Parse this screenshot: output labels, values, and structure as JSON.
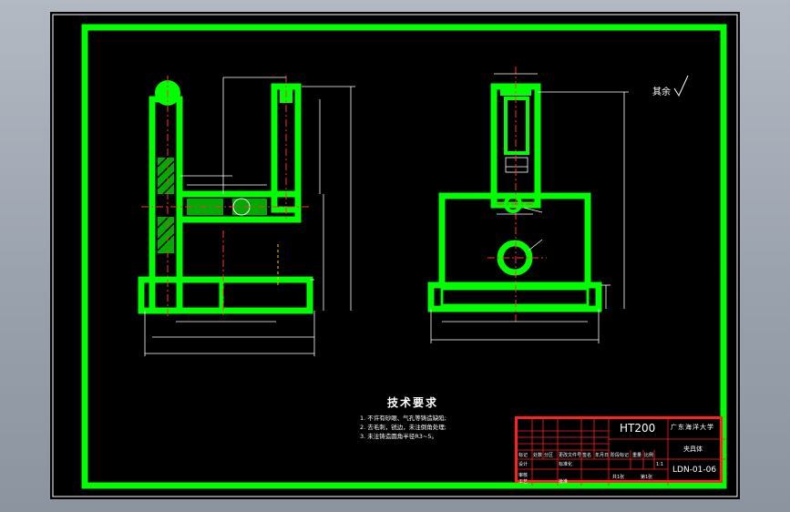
{
  "sheet": {
    "material": "HT200",
    "tech_title": "技术要求",
    "tech_notes": [
      "1. 不许有砂眼、气孔等铸造缺陷;",
      "2. 去毛刺，锐边，未注倒角处理;",
      "3. 未注铸造圆角半径R3~5。"
    ],
    "surface_note": "其余",
    "title_block": {
      "school": "广东海洋大学",
      "part_name": "夹具体",
      "drawing_no": "LDN-01-06",
      "label_mark": "标记",
      "label_count": "处数",
      "label_zone": "分区",
      "label_change_doc": "更改文件号",
      "label_sign": "签名",
      "label_date": "年月日",
      "label_stage_mark": "阶段标记",
      "label_weight": "重量",
      "label_scale": "比例",
      "scale_value": "1:1",
      "sheet_of": "共1张",
      "sheet_no": "第1张",
      "label_design": "设计",
      "label_standard": "标准化",
      "label_review": "审核",
      "label_process": "工艺",
      "label_approve": "批准"
    }
  },
  "colors": {
    "line": "#00ff00",
    "centerline": "#ff3030",
    "dimension": "#ffffff",
    "border": "#00ff00",
    "title_border": "#ff2020"
  },
  "icons": {
    "surface_finish": "surface-finish-icon"
  }
}
